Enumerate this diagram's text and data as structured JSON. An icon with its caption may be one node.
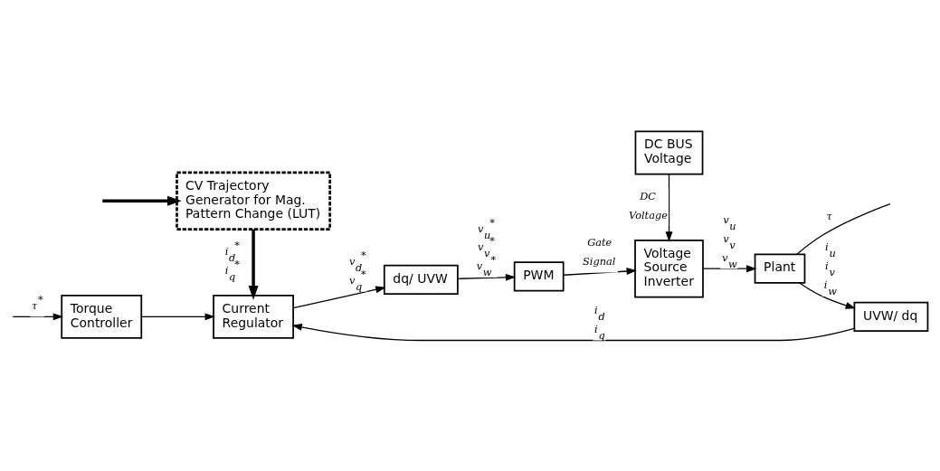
{
  "diagram": {
    "nodes": [
      {
        "text": [
          "CV Trajectory Generator for Mag. Pattern Change (LUT)"
        ]
      },
      {
        "text": [
          "Torque Controller"
        ]
      },
      {
        "text": [
          "Current Regulator"
        ]
      },
      {
        "text": [
          "dq/ UVW"
        ]
      },
      {
        "text": [
          "PWM"
        ]
      },
      {
        "text": [
          "DC BUS Voltage"
        ]
      },
      {
        "text": [
          "Voltage Source Inverter"
        ]
      },
      {
        "text": [
          "Plant"
        ]
      },
      {
        "text": [
          "UVW/ dq"
        ]
      }
    ],
    "edges": [
      {
        "from": null,
        "to": 0,
        "arrow": "to",
        "style": "thick"
      },
      {
        "from": null,
        "to": 1,
        "arrow": "to",
        "label": "τ$^{*}$"
      },
      {
        "from": 0,
        "to": 2,
        "arrow": "to",
        "style": "thick",
        "label": "i$_{d}$$^{*}$ i$_{q}$$^{*}$"
      },
      {
        "from": 1,
        "to": 2,
        "arrow": "to"
      },
      {
        "from": 2,
        "to": 3,
        "arrow": "to",
        "label": "v$_{d}$$^{*}$ v$_{q}$$^{*}$"
      },
      {
        "from": 3,
        "to": 4,
        "arrow": "to",
        "label": "v$_{u}$$^{*}$ v$_{v}$$^{*}$ v$_{w}$$^{*}$"
      },
      {
        "from": 4,
        "to": 6,
        "arrow": "to",
        "label": "Gate Signal"
      },
      {
        "from": 5,
        "to": 6,
        "arrow": "to",
        "label": "DC Voltage"
      },
      {
        "from": 6,
        "to": 7,
        "arrow": "to",
        "label": "v$_{u}$ v$_{v}$ v$_{w}$"
      },
      {
        "from": 7,
        "to": null,
        "arrow": "none",
        "label": "τ"
      },
      {
        "from": 7,
        "to": 8,
        "arrow": "to",
        "label": "i$_{u}$ i$_{v}$ i$_{w}$"
      },
      {
        "from": 8,
        "to": 2,
        "arrow": "to",
        "label": "i$_{d}$ i$_{q}$"
      }
    ]
  }
}
